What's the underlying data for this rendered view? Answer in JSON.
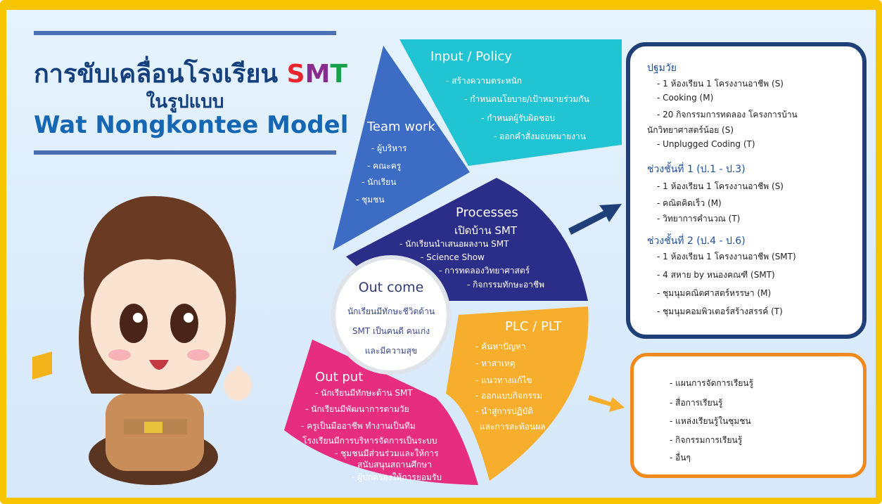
{
  "title": {
    "line1_prefix": "การขับเคลื่อนโรงเรียน ",
    "smt_s": "S",
    "smt_m": "M",
    "smt_t": "T",
    "line2": "ในรูปแบบ",
    "line3": "Wat Nongkontee Model"
  },
  "colors": {
    "frame": "#f7c400",
    "input": "#20c4d2",
    "teamwork": "#3d6cc4",
    "processes": "#2b2e88",
    "plc": "#f7ae2c",
    "output": "#e62d7f",
    "box1_border": "#1f3f78",
    "box2_border": "#f08a1c"
  },
  "wheel": {
    "input_policy": {
      "title": "Input / Policy",
      "items": [
        "- สร้างความตระหนัก",
        "- กำหนดนโยบาย/เป้าหมายร่วมกัน",
        "- กำหนดผู้รับผิดชอบ",
        "- ออกคำสั่งมอบหมายงาน"
      ]
    },
    "team_work": {
      "title": "Team work",
      "items": [
        "- ผู้บริหาร",
        "- คณะครู",
        "- นักเรียน",
        "- ชุมชน"
      ]
    },
    "processes": {
      "title": "Processes",
      "subtitle": "เปิดบ้าน SMT",
      "items": [
        "- นักเรียนนำเสนอผลงาน SMT",
        "- Science Show",
        "- การทดลองวิทยาศาสตร์",
        "- กิจกรรมทักษะอาชีพ"
      ]
    },
    "plc_plt": {
      "title": "PLC / PLT",
      "items": [
        "- ค้นหาปัญหา",
        "- หาสาเหตุ",
        "- แนวทางแก้ไข",
        "- ออกแบบกิจกรรม",
        "- นำสู่การปฏิบัติ",
        "และการสะท้อนผล"
      ]
    },
    "out_put": {
      "title": "Out put",
      "items": [
        "- นักเรียนมีทักษะด้าน SMT",
        "- นักเรียนมีพัฒนาการตามวัย",
        "- ครูเป็นมืออาชีพ ทำงานเป็นทีม",
        "- โรงเรียนมีการบริหารจัดการเป็นระบบ",
        "- ชุมชนมีส่วนร่วมและให้การ",
        "สนับสนุนสถานศึกษา",
        "- ผู้ปกครองให้การยอมรับ"
      ]
    },
    "out_come": {
      "title": "Out come",
      "items": [
        "นักเรียนมีทักษะชีวิตด้าน",
        "SMT เป็นคนดี คนเก่ง",
        "และมีความสุข"
      ]
    }
  },
  "levels_box": {
    "sections": [
      {
        "heading": "ปฐมวัย",
        "items": [
          "- 1 ห้องเรียน 1 โครงงานอาชีพ (S)",
          "- Cooking (M)",
          "- 20 กิจกรรมการทดลอง โครงการบ้าน",
          "นักวิทยาศาสตร์น้อย (S)",
          "- Unplugged Coding (T)"
        ]
      },
      {
        "heading": "ช่วงชั้นที่ 1 (ป.1 - ป.3)",
        "items": [
          "- 1 ห้องเรียน 1 โครงงานอาชีพ (S)",
          "- คณิตคิดเร็ว (M)",
          "- วิทยาการคำนวณ (T)"
        ]
      },
      {
        "heading": "ช่วงชั้นที่ 2 (ป.4 - ป.6)",
        "items": [
          "- 1 ห้องเรียน 1 โครงงานอาชีพ (SMT)",
          "- 4 สหาย by หนองคณฑี (SMT)",
          "- ชุมนุมคณิตศาสตร์หรรษา (M)",
          "- ชุมนุมคอมพิวเตอร์สร้างสรรค์ (T)"
        ]
      }
    ]
  },
  "resources_box": {
    "items": [
      "- แผนการจัดการเรียนรู้",
      "- สื่อการเรียนรู้",
      "- แหล่งเรียนรู้ในชุมชน",
      "- กิจกรรมการเรียนรู้",
      "- อื่นๆ"
    ]
  }
}
